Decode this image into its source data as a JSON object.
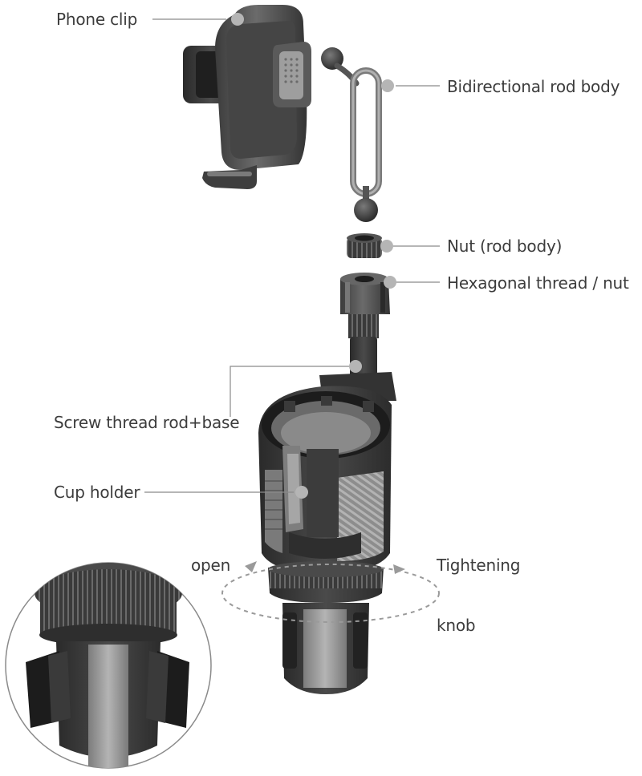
{
  "labels": {
    "phone_clip": "Phone clip",
    "rod_body": "Bidirectional rod body",
    "nut_rod": "Nut (rod body)",
    "hex_nut": "Hexagonal thread / nut",
    "screw_rod": "Screw thread rod+base",
    "cup_holder": "Cup holder",
    "open": "open",
    "tightening": "Tightening",
    "knob": "knob"
  },
  "colors": {
    "dark_part": "#3a3a3a",
    "mid_part": "#555555",
    "light_part": "#9a9a9a",
    "leader_line": "#8a8a8a",
    "dot": "#b5b5b5",
    "text": "#3c3c3c"
  }
}
